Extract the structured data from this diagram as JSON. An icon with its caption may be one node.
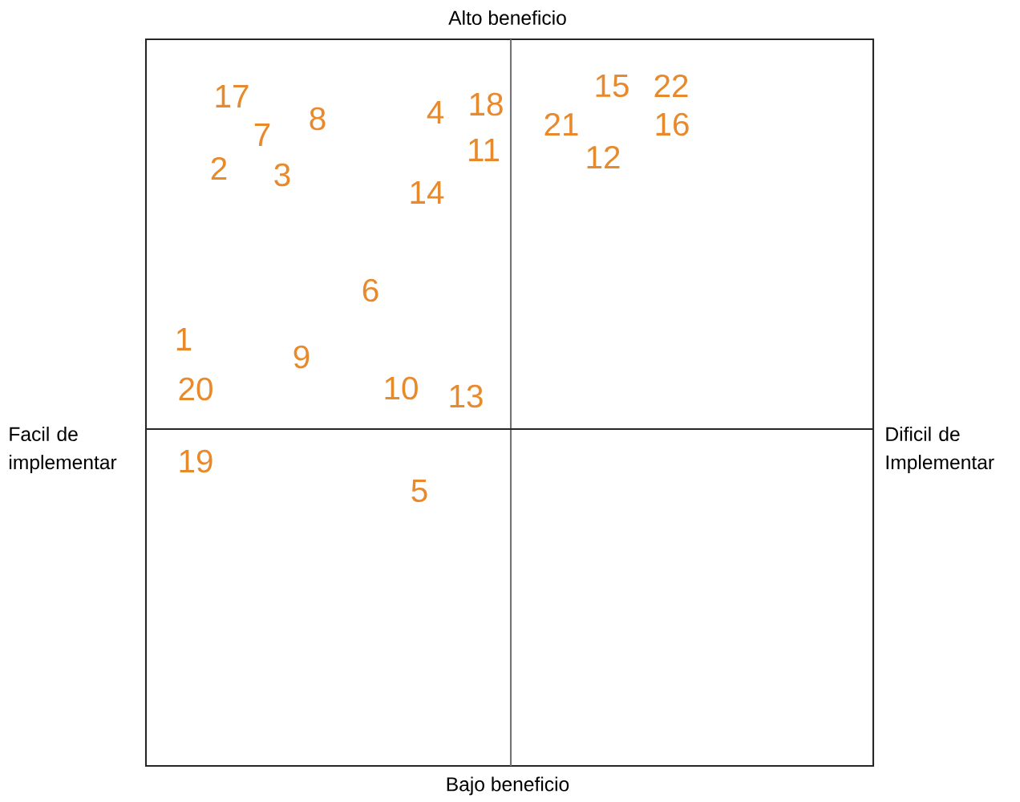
{
  "diagram": {
    "labels": [
      "Alto beneficio",
      "17",
      "8",
      "4",
      "18",
      "15",
      "22",
      "7",
      "11",
      "21",
      "12",
      "16",
      "2",
      "3",
      "14",
      "6",
      "1",
      "9",
      "20",
      "10",
      "13",
      "Facil de implementar",
      "Dificil de Implementar",
      "19",
      "5",
      "Bajo beneficio"
    ]
  }
}
